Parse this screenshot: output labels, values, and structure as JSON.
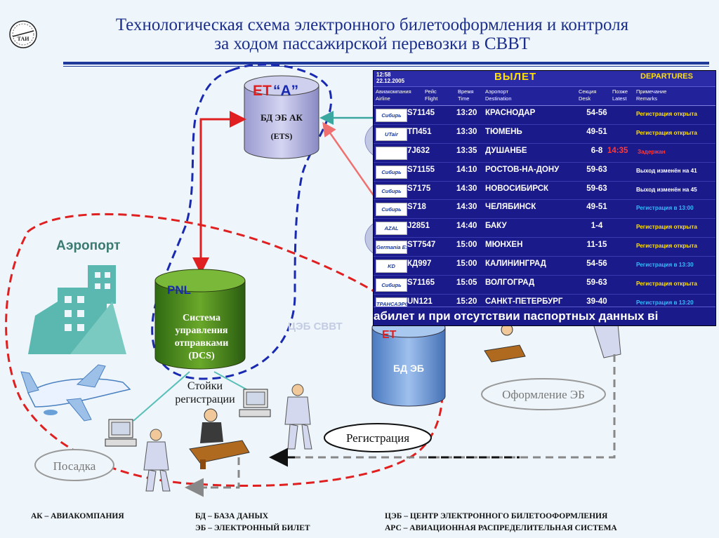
{
  "title": {
    "line1": "Технологическая схема электронного билетооформления и контроля",
    "line2": "за ходом пассажирской перевозки в СВВТ"
  },
  "logo_text": "ТАИ",
  "nodes": {
    "et_label": "ЕТ",
    "et_a_label": "“А”",
    "db_ak_line1": "БД ЭБ АК",
    "db_ak_line2": "(ETS)",
    "airport_label": "Аэропорт",
    "pnl_label": "PNL",
    "dcs_line1": "Система",
    "dcs_line2": "управления",
    "dcs_line3": "отправками",
    "dcs_line4": "(DCS)",
    "tseb_label": "ЦЭБ СВВТ",
    "db_eb_et": "ЕТ",
    "db_eb_label": "БД ЭБ",
    "counters_line1": "Стойки",
    "counters_line2": "регистрации",
    "registration": "Регистрация",
    "boarding": "Посадка",
    "issuing": "Оформление ЭБ"
  },
  "board": {
    "time": "12:58",
    "date": "22.12.2005",
    "title_ru": "ВЫЛЕТ",
    "title_en": "DEPARTURES",
    "columns": {
      "airline": "Авиакомпания\nAirline",
      "flight": "Рейс\nFlight",
      "time": "Время\nTime",
      "destination": "Аэропорт\nDestination",
      "desk": "Секция\nDesk",
      "later": "Позже\nLatest",
      "remarks": "Примечание\nRemarks"
    },
    "rows": [
      {
        "airline": "Сибирь",
        "flight": "S71145",
        "time": "13:20",
        "dest": "КРАСНОДАР",
        "desk": "54-56",
        "later": "",
        "remark": "Регистрация открыта",
        "remark_color": "#ffe000"
      },
      {
        "airline": "UTair",
        "flight": "ТП451",
        "time": "13:30",
        "dest": "ТЮМЕНЬ",
        "desk": "49-51",
        "later": "",
        "remark": "Регистрация открыта",
        "remark_color": "#ffe000"
      },
      {
        "airline": "",
        "flight": "7J632",
        "time": "13:35",
        "dest": "ДУШАНБЕ",
        "desk": "6-8",
        "later": "14:35",
        "remark": "Задержан",
        "remark_color": "#ff3a3a"
      },
      {
        "airline": "Сибирь",
        "flight": "S71155",
        "time": "14:10",
        "dest": "РОСТОВ-НА-ДОНУ",
        "desk": "59-63",
        "later": "",
        "remark": "Выход изменён на 41",
        "remark_color": "#ffffff"
      },
      {
        "airline": "Сибирь",
        "flight": "S7175",
        "time": "14:30",
        "dest": "НОВОСИБИРСК",
        "desk": "59-63",
        "later": "",
        "remark": "Выход изменён на 45",
        "remark_color": "#ffffff"
      },
      {
        "airline": "Сибирь",
        "flight": "S718",
        "time": "14:30",
        "dest": "ЧЕЛЯБИНСК",
        "desk": "49-51",
        "later": "",
        "remark": "Регистрация в 13:00",
        "remark_color": "#3ab8ff"
      },
      {
        "airline": "AZAL",
        "flight": "J2851",
        "time": "14:40",
        "dest": "БАКУ",
        "desk": "1-4",
        "later": "",
        "remark": "Регистрация открыта",
        "remark_color": "#ffe000"
      },
      {
        "airline": "Germania Express",
        "flight": "ST7547",
        "time": "15:00",
        "dest": "МЮНХЕН",
        "desk": "11-15",
        "later": "",
        "remark": "Регистрация открыта",
        "remark_color": "#ffe000"
      },
      {
        "airline": "KD",
        "flight": "КД997",
        "time": "15:00",
        "dest": "КАЛИНИНГРАД",
        "desk": "54-56",
        "later": "",
        "remark": "Регистрация в 13:30",
        "remark_color": "#3ab8ff"
      },
      {
        "airline": "Сибирь",
        "flight": "S71165",
        "time": "15:05",
        "dest": "ВОЛГОГРАД",
        "desk": "59-63",
        "later": "",
        "remark": "Регистрация открыта",
        "remark_color": "#ffe000"
      },
      {
        "airline": "ТРАНСАЭРО",
        "flight": "UN121",
        "time": "15:20",
        "dest": "САНКТ-ПЕТЕРБУРГ",
        "desk": "39-40",
        "later": "",
        "remark": "Регистрация в 13:20",
        "remark_color": "#3ab8ff"
      }
    ],
    "ticker": "абилет и при отсутствии паспортных данных ві"
  },
  "legend": {
    "col1": "АК – АВИАКОМПАНИЯ",
    "col2_line1": "БД – БАЗА ДАНЫХ",
    "col2_line2": "ЭБ – ЭЛЕКТРОННЫЙ БИЛЕТ",
    "col3_line1": "ЦЭБ – ЦЕНТР ЭЛЕКТРОННОГО БИЛЕТООФОРМЛЕНИЯ",
    "col3_line2": "АРС – АВИАЦИОННАЯ РАСПРЕДЕЛИТЕЛЬНАЯ СИСТЕМА"
  },
  "colors": {
    "title": "#1c2e8c",
    "et_red": "#e02020",
    "db_fill": "#b9b9e0",
    "dcs_fill": "#4a8a1a",
    "airport_dash": "#e02020",
    "airline_dash": "#1a2ab0",
    "board_bg": "#1a1a8a"
  }
}
